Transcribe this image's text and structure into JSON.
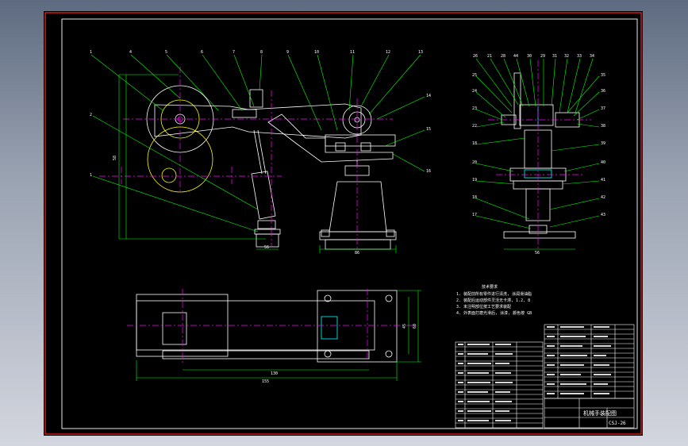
{
  "sheet": {
    "notes_heading": "技术要求",
    "notes": [
      "1. 装配前所有零件进行清洗, 涂润滑油脂",
      "2. 装配后运动部件灵活无卡滞, 1.2, 8",
      "3. 未注明部位按工艺要求装配",
      "4. 外表面打磨光滑后, 涂漆, 颜色按 GB"
    ],
    "drawing_title": "机械手装配图",
    "drawing_number": "CSJ-26",
    "front_view_balloons": [
      "1",
      "4",
      "5",
      "6",
      "7",
      "8",
      "9",
      "10",
      "11",
      "12",
      "13",
      "14",
      "15",
      "16",
      "2",
      "1"
    ],
    "side_view_balloons_top": [
      "26",
      "21",
      "28",
      "44",
      "30",
      "29",
      "31",
      "32",
      "33",
      "34"
    ],
    "side_view_balloons_left": [
      "25",
      "24",
      "23",
      "22",
      "18",
      "20",
      "19",
      "18",
      "17"
    ],
    "side_view_balloons_right": [
      "35",
      "36",
      "37",
      "38",
      "39",
      "40",
      "41",
      "42",
      "43"
    ],
    "dims": {
      "front_height": "58",
      "front_base": "56",
      "pedestal_base": "86",
      "side_base": "56",
      "plan_inner": "130",
      "plan_overall": "155",
      "plan_h1": "45",
      "plan_h2": "60"
    }
  },
  "colors": {
    "background": "#000000",
    "frame": "#ff2020",
    "geometry": "#ffffff",
    "centerline": "#ff00ff",
    "dimension": "#00ff00",
    "leader": "#00ff00",
    "accent_cyan": "#00ffff",
    "accent_yellow": "#ffff00"
  }
}
